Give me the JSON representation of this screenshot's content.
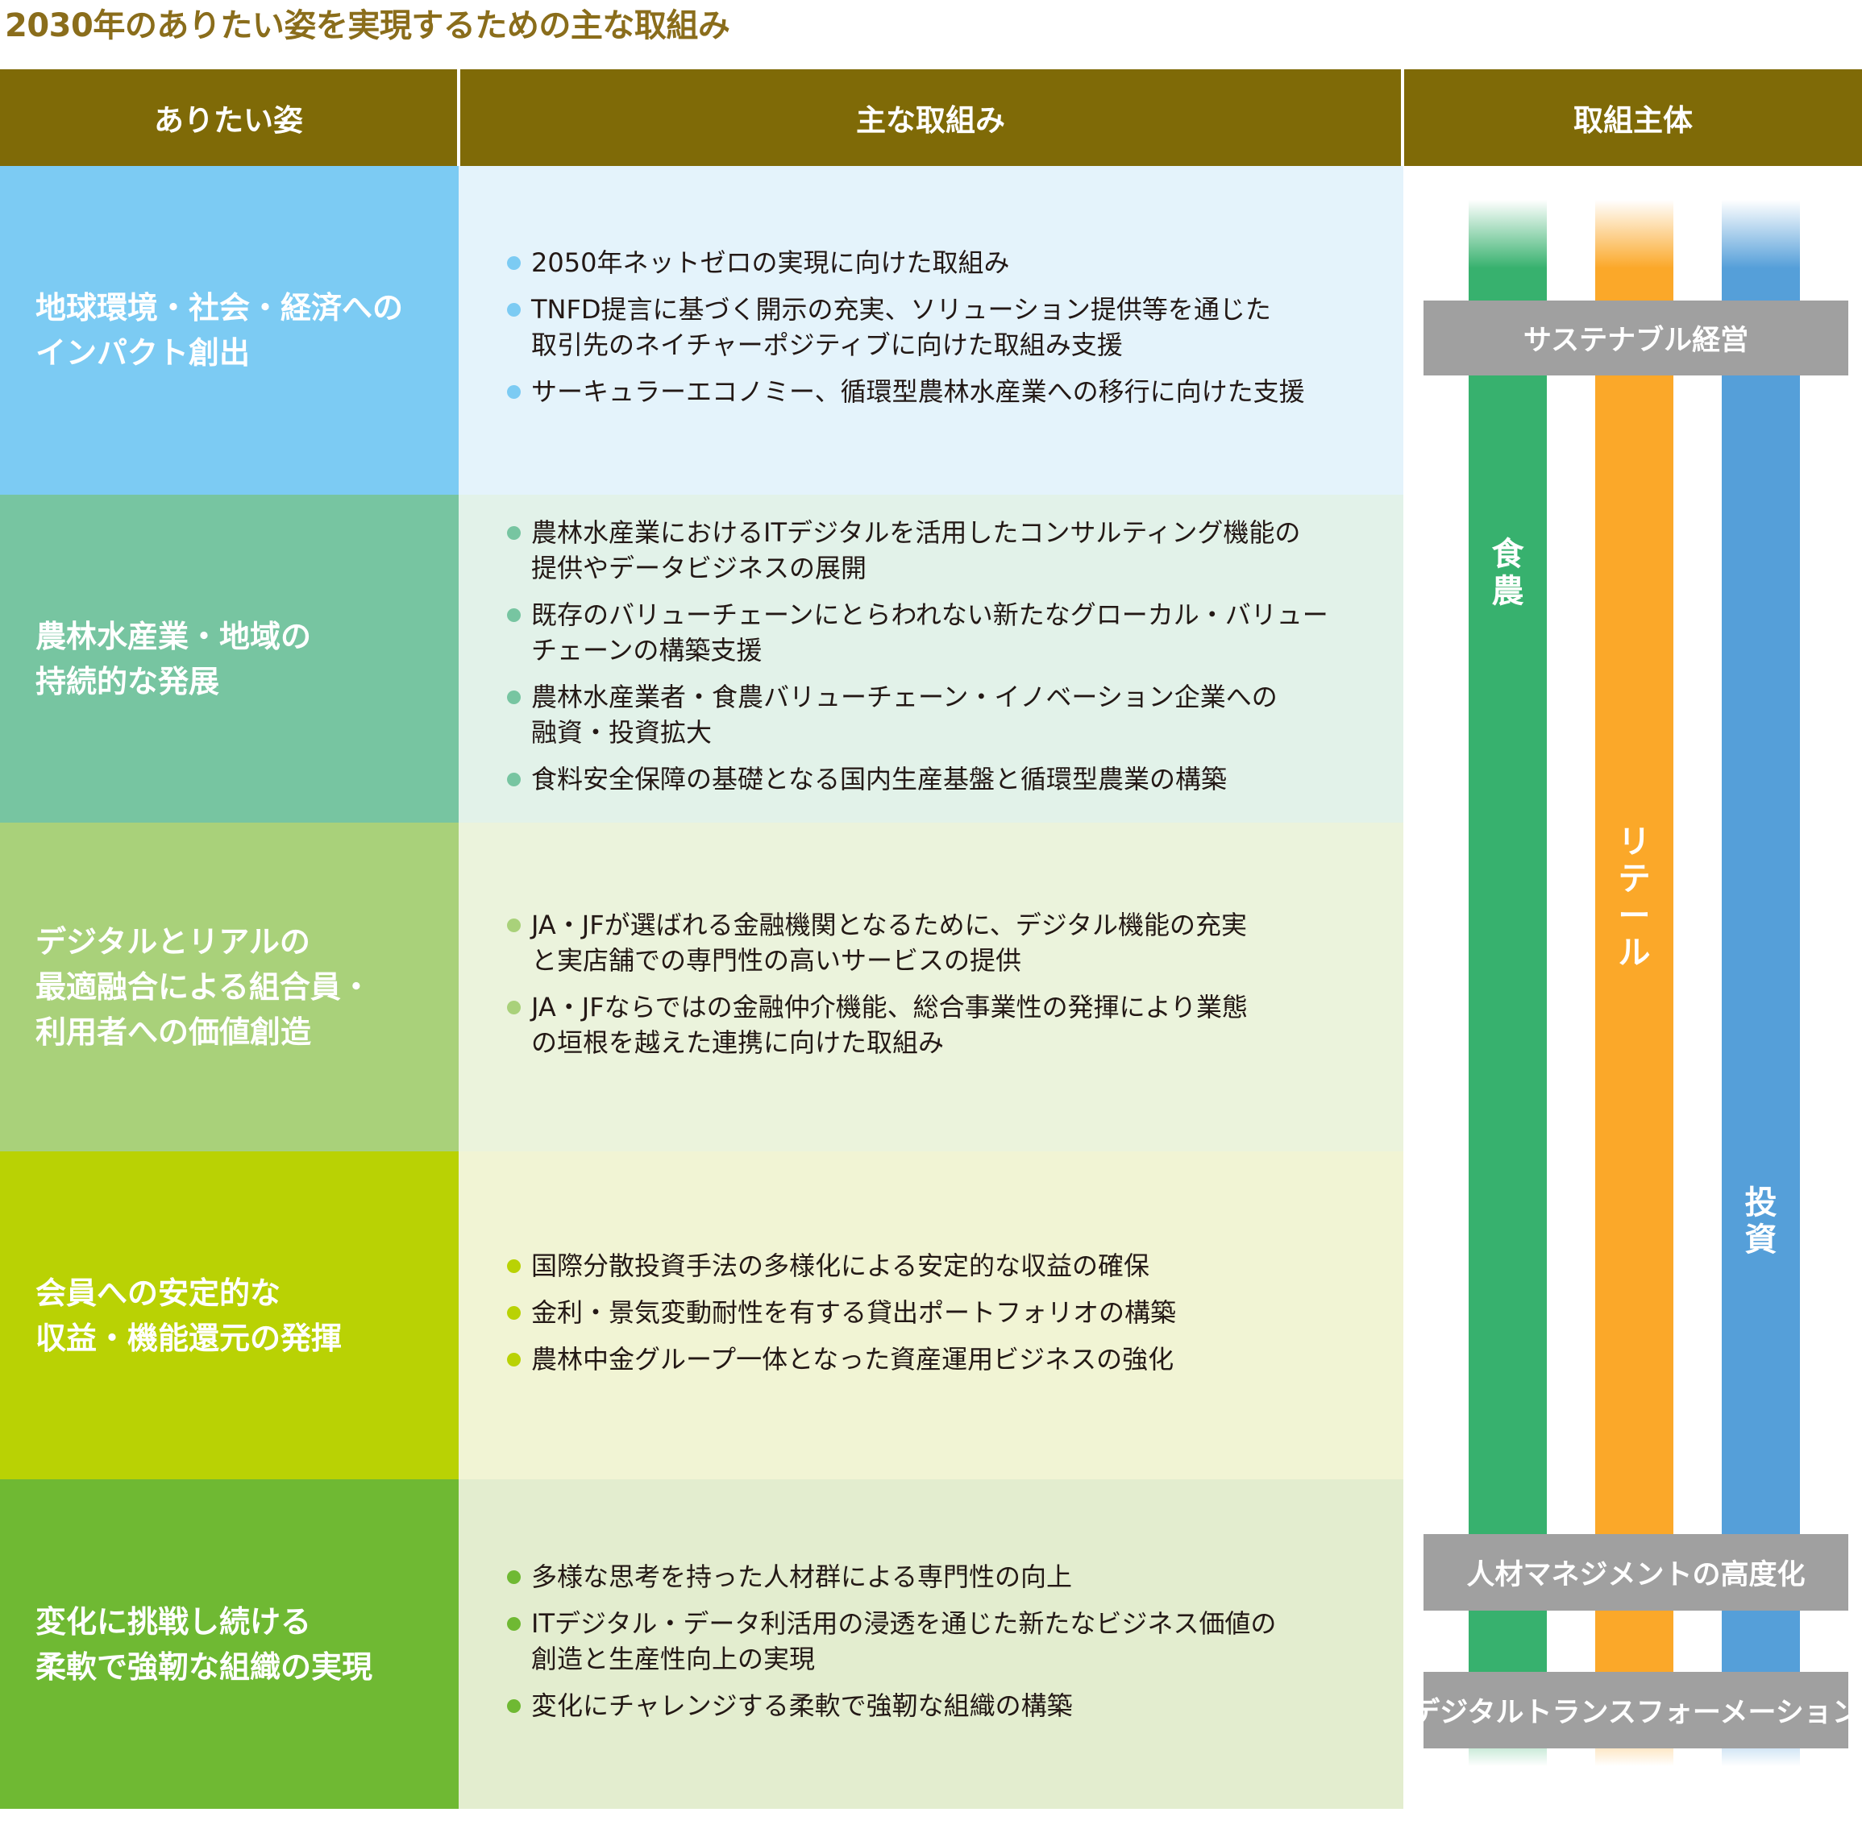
{
  "title": "2030年のありたい姿を実現するための主な取組み",
  "headers": {
    "aspiration": "ありたい姿",
    "initiatives": "主な取組み",
    "entities": "取組主体"
  },
  "rows": [
    {
      "goal": "地球環境・社会・経済への\nインパクト創出",
      "items": [
        "2050年ネットゼロの実現に向けた取組み",
        "TNFD提言に基づく開示の充実、ソリューション提供等を通じた\n取引先のネイチャーポジティブに向けた取組み支援",
        "サーキュラーエコノミー、循環型農林水産業への移行に向けた支援"
      ]
    },
    {
      "goal": "農林水産業・地域の\n持続的な発展",
      "items": [
        "農林水産業におけるITデジタルを活用したコンサルティング機能の\n提供やデータビジネスの展開",
        "既存のバリューチェーンにとらわれない新たなグローカル・バリュー\nチェーンの構築支援",
        "農林水産業者・食農バリューチェーン・イノベーション企業への\n融資・投資拡大",
        "食料安全保障の基礎となる国内生産基盤と循環型農業の構築"
      ]
    },
    {
      "goal": "デジタルとリアルの\n最適融合による組合員・\n利用者への価値創造",
      "items": [
        "JA・JFが選ばれる金融機関となるために、デジタル機能の充実\nと実店舗での専門性の高いサービスの提供",
        "JA・JFならではの金融仲介機能、総合事業性の発揮により業態\nの垣根を越えた連携に向けた取組み"
      ]
    },
    {
      "goal": "会員への安定的な\n収益・機能還元の発揮",
      "items": [
        "国際分散投資手法の多様化による安定的な収益の確保",
        "金利・景気変動耐性を有する貸出ポートフォリオの構築",
        "農林中金グループ一体となった資産運用ビジネスの強化"
      ]
    },
    {
      "goal": "変化に挑戦し続ける\n柔軟で強靭な組織の実現",
      "items": [
        "多様な思考を持った人材群による専門性の向上",
        "ITデジタル・データ利活用の浸透を通じた新たなビジネス価値の\n創造と生産性向上の実現",
        "変化にチャレンジする柔軟で強靭な組織の構築"
      ]
    }
  ],
  "entities": {
    "bars": [
      {
        "label": "食\n農",
        "color": "#37b16e"
      },
      {
        "label": "リ\nテ\nー\nル",
        "color": "#fba829"
      },
      {
        "label": "投\n資",
        "color": "#559fd9"
      }
    ],
    "bands": [
      "サステナブル経営",
      "人材マネジメントの高度化",
      "デジタルトランスフォーメーション"
    ]
  },
  "colors": {
    "header": "#7f6a07",
    "title": "#8a6d1b",
    "goal_backgrounds": [
      "#7ccbf3",
      "#77c5a1",
      "#a9d17a",
      "#b9d204",
      "#6fb933"
    ],
    "initiative_backgrounds": [
      "#e4f3fb",
      "#e2f2e9",
      "#ebf3dc",
      "#f1f4d4",
      "#e3edcf"
    ],
    "bullet_colors": [
      "#7ccbf3",
      "#77c5a1",
      "#a9d17a",
      "#b9d204",
      "#6fb933"
    ],
    "band": "#a0a0a0"
  }
}
